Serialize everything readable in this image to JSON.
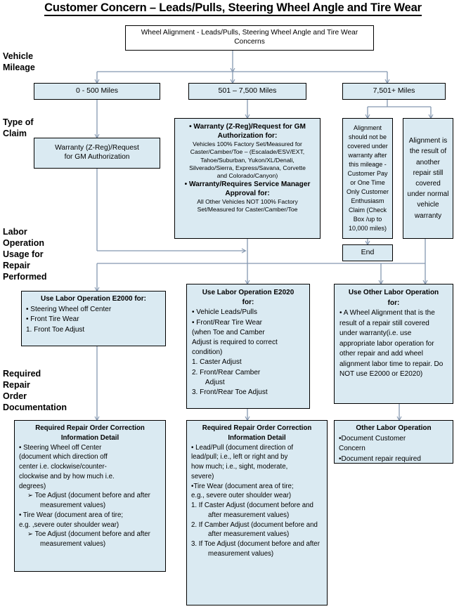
{
  "title": "Customer Concern – Leads/Pulls, Steering Wheel Angle and Tire Wear",
  "stage_labels": {
    "mileage": "Vehicle\nMileage",
    "claim": "Type of\nClaim",
    "labor": "Labor\nOperation\nUsage for\nRepair\nPerformed",
    "documentation": "Required\nRepair\nOrder\nDocumentation"
  },
  "colors": {
    "box_fill": "#daeaf2",
    "box_border": "#000000",
    "connector": "#8497b0",
    "page_bg": "#ffffff"
  },
  "start": {
    "text": "Wheel Alignment - Leads/Pulls, Steering Wheel Angle and Tire Wear Concerns"
  },
  "mileage_boxes": [
    {
      "label": "0 - 500 Miles"
    },
    {
      "label": "501 – 7,500 Miles"
    },
    {
      "label": "7,501+ Miles"
    }
  ],
  "claim_boxes": {
    "low": {
      "line1": "Warranty (Z-Reg)/Request",
      "line2": "for GM  Authorization"
    },
    "mid": {
      "head1": "• Warranty (Z-Reg)/Request for GM",
      "head1b": "Authorization for:",
      "body1": [
        "Vehicles 100% Factory Set/Measured for",
        "Caster/Camber/Toe – (Escalade/ESV/EXT,",
        "Tahoe/Suburban, Yukon/XL/Denali,",
        "Silverado/Sierra, Express/Savana,  Corvette",
        "and Colorado/Canyon)"
      ],
      "head2": "• Warranty/Requires Service Manager",
      "head2b": "Approval for:",
      "body2": [
        "All Other Vehicles NOT 100% Factory",
        "Set/Measured for Caster/Camber/Toe"
      ]
    },
    "high_a": {
      "text": "Alignment should not be covered under warranty after this mileage - Customer Pay or  One Time Only Customer Enthusiasm Claim (Check Box /up to 10,000 miles)"
    },
    "high_b": {
      "text": "Alignment is the result of another repair still covered under normal vehicle warranty"
    },
    "end": {
      "label": "End"
    }
  },
  "labor_boxes": {
    "left": {
      "head": "Use Labor Operation E2000 for:",
      "items": [
        "• Steering Wheel off Center",
        "• Front Tire Wear",
        "1.    Front Toe Adjust"
      ]
    },
    "middle": {
      "head1": "Use Labor Operation E2020",
      "head2": "for:",
      "items": [
        "• Vehicle Leads/Pulls",
        "• Front/Rear Tire Wear",
        "(when Toe and Camber",
        "Adjust is required to correct",
        "condition)",
        "1.    Caster Adjust",
        "2.    Front/Rear Camber",
        "       Adjust",
        "3.    Front/Rear Toe Adjust"
      ]
    },
    "right": {
      "head1": "Use Other Labor Operation",
      "head2": "for:",
      "body": "• A Wheel Alignment that is the result of a repair still covered under warranty(i.e. use appropriate labor operation for other repair and add wheel alignment labor time to repair. Do NOT use E2000 or E2020)"
    }
  },
  "doc_boxes": {
    "left": {
      "head1": "Required Repair Order Correction",
      "head2": "Information Detail",
      "lines": [
        "•  Steering Wheel off Center",
        "(document which direction off",
        "center i.e. clockwise/counter-",
        "clockwise and by how much i.e.",
        "degrees)"
      ],
      "sub1": "➢    Toe Adjust (document before and after measurement values)",
      "lines2": [
        "• Tire Wear (document area of tire;",
        "e.g. ,severe outer shoulder wear)"
      ],
      "sub2": "➢    Toe Adjust (document before and after measurement values)"
    },
    "middle": {
      "head1": "Required Repair Order Correction",
      "head2": "Information Detail",
      "lines": [
        "• Lead/Pull (document direction of",
        "lead/pull; i.e., left or right and by",
        "how much; i.e., sight, moderate,",
        "severe)",
        "•Tire Wear (document area of tire;",
        "e.g., severe outer shoulder wear)"
      ],
      "numbered": [
        "1.    If Caster Adjust (document before and after measurement values)",
        "2.    If Camber Adjust (document before and after measurement values)",
        "3.    If Toe Adjust (document before and after measurement values)"
      ]
    },
    "right": {
      "head": "Other Labor Operation",
      "lines": [
        "•Document Customer",
        "Concern",
        "•Document repair required"
      ]
    }
  }
}
